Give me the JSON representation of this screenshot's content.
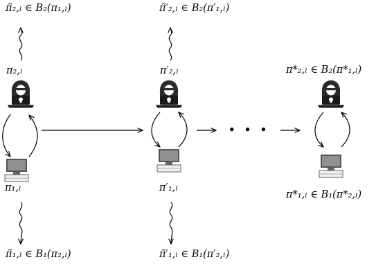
{
  "colors": {
    "ink": "#000000",
    "hood": "#2a2a2a",
    "face": "#ffffff",
    "laptop": "#1a1a1a",
    "monitor_screen": "#909090",
    "monitor_frame": "#555555"
  },
  "icons": {
    "attacker": "hooded-hacker-icon",
    "machine": "desktop-computer-icon",
    "ellipsis": "dots"
  },
  "stages": [
    {
      "attacker_label": "π₂,ₗ",
      "machine_label": "π₁,ₗ",
      "top_label": "π̃₂,ₗ ∈ B₂(π₁,ₗ)",
      "bottom_label": "π̃₁,ₗ ∈ B₁(π₂,ₗ)"
    },
    {
      "attacker_label": "π′₂,ₗ",
      "machine_label": "π′₁,ₗ",
      "top_label": "π̃′₂,ₗ ∈ B₂(π′₁,ₗ)",
      "bottom_label": "π̃′₁,ₗ ∈ B₁(π′₂,ₗ)"
    },
    {
      "attacker_label": "π*₂,ₗ ∈ B₂(π*₁,ₗ)",
      "machine_label": "π*₁,ₗ ∈ B₁(π*₂,ₗ)"
    }
  ],
  "ellipsis": "• • •"
}
